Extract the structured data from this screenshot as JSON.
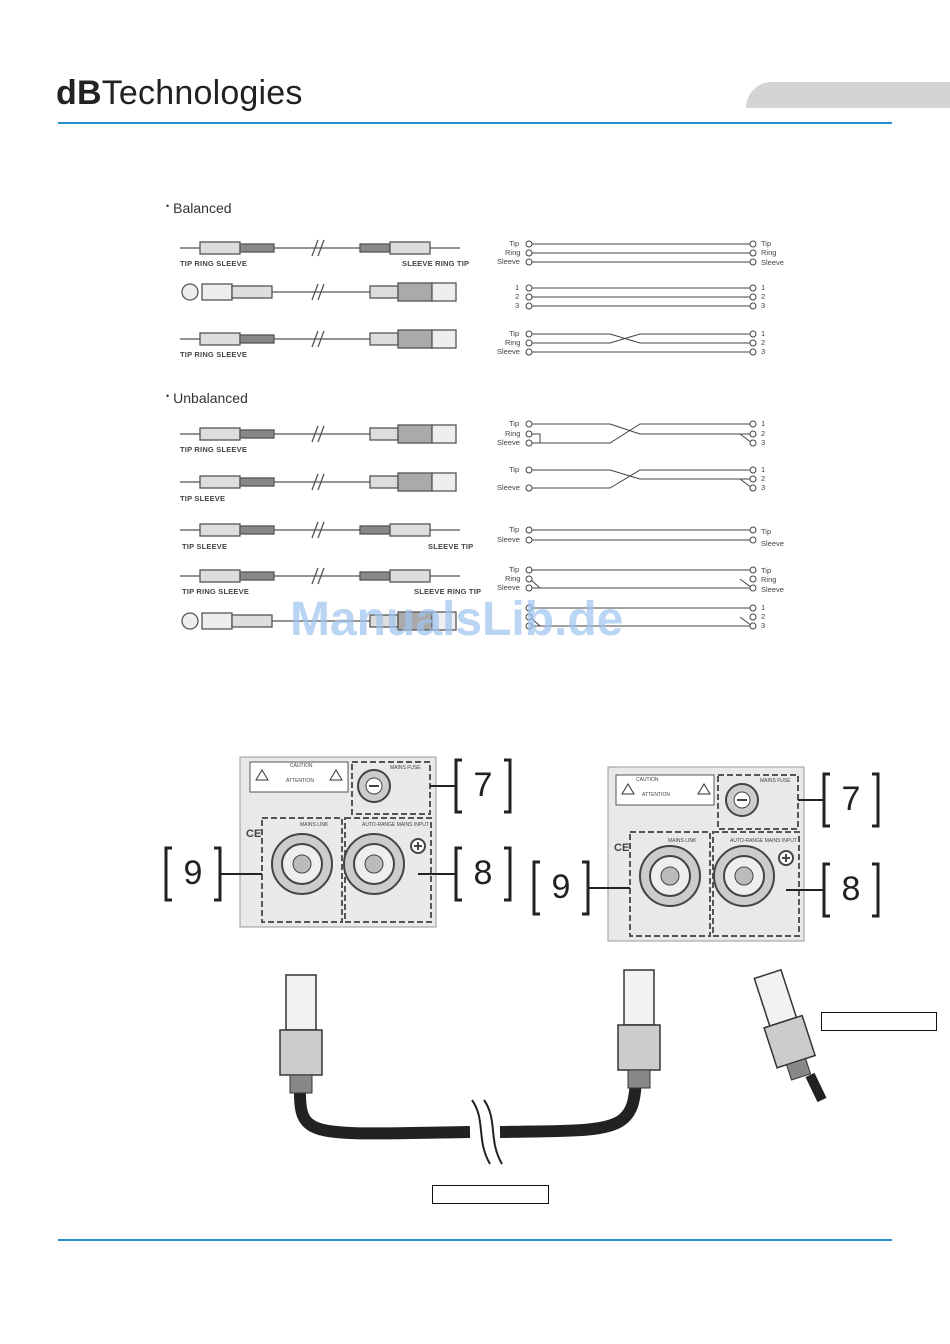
{
  "header": {
    "brand_bold": "dB",
    "brand_rest": "Technologies"
  },
  "wiring": {
    "balanced_title": "Balanced",
    "unbalanced_title": "Unbalanced",
    "cable_labels": {
      "b1_left": "TIP RING SLEEVE",
      "b1_right": "SLEEVE RING TIP",
      "b3_left": "TIP RING SLEEVE",
      "u1_left": "TIP RING SLEEVE",
      "u2_left": "TIP SLEEVE",
      "u3_left": "TIP SLEEVE",
      "u3_right": "SLEEVE TIP",
      "u4_left": "TIP RING SLEEVE",
      "u4_right": "SLEEVE RING TIP"
    },
    "pins": {
      "tip": "Tip",
      "ring": "Ring",
      "sleeve": "Sleeve",
      "n1": "1",
      "n2": "2",
      "n3": "3"
    }
  },
  "watermark": "ManualsLib.de",
  "panel": {
    "callout_7": "7",
    "callout_8": "8",
    "callout_9": "9",
    "mains_fuse": "MAINS FUSE",
    "mains_link": "MAINS LINK",
    "mains_input": "AUTO-RANGE MAINS INPUT",
    "caution": "CAUTION",
    "attention": "ATTENTION",
    "ce": "CE"
  }
}
